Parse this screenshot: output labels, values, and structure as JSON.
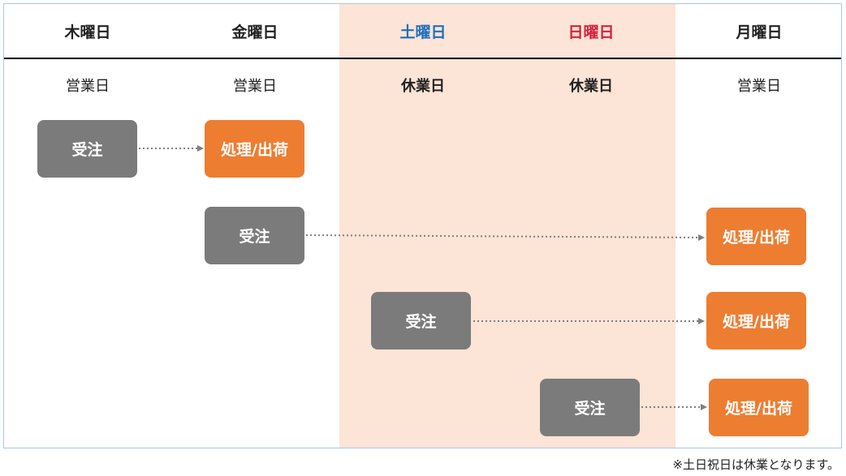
{
  "colors": {
    "weekend_band": "#fce4d6",
    "saturday": "#1f6fbf",
    "sunday": "#d6213e",
    "order_box": "#7b7b7b",
    "process_box": "#ed7d31",
    "arrow": "#7f7f7f"
  },
  "columns": [
    {
      "label": "木曜日",
      "status": "営業日"
    },
    {
      "label": "金曜日",
      "status": "営業日"
    },
    {
      "label": "土曜日",
      "status": "休業日"
    },
    {
      "label": "日曜日",
      "status": "休業日"
    },
    {
      "label": "月曜日",
      "status": "営業日"
    }
  ],
  "box_labels": {
    "order": "受注",
    "process": "処理/出荷"
  },
  "flows": [
    {
      "order_label": "受注",
      "process_label": "処理/出荷"
    },
    {
      "order_label": "受注",
      "process_label": "処理/出荷"
    },
    {
      "order_label": "受注",
      "process_label": "処理/出荷"
    },
    {
      "order_label": "受注",
      "process_label": "処理/出荷"
    }
  ],
  "footnote": "※土日祝日は休業となります。"
}
